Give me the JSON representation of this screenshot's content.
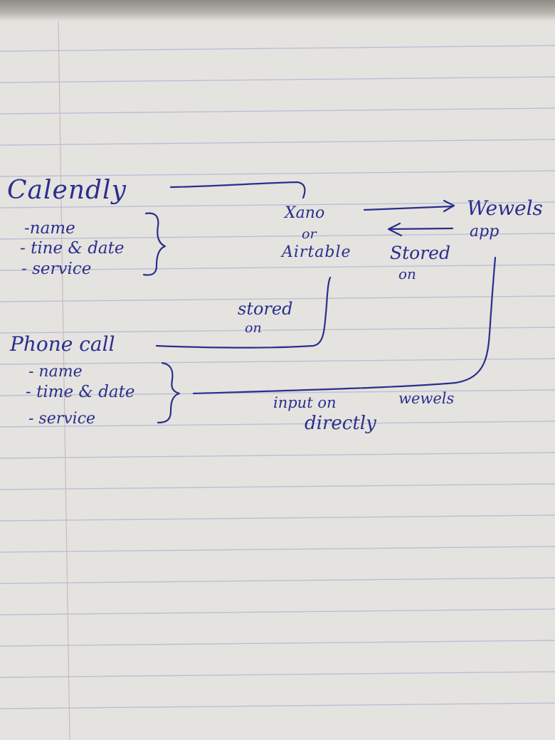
{
  "notebook": {
    "ink_color": "#2b2e8c",
    "paper_color": "#e4e3df",
    "rule_color": "#b9c0d6",
    "margin_color": "#c9b9c4"
  },
  "diagram": {
    "source_calendly": {
      "title": "Calendly",
      "fields": [
        "-name",
        "- tine & date",
        "- service"
      ]
    },
    "source_phone": {
      "title": "Phone call",
      "fields": [
        "- name",
        "- time & date",
        "- service"
      ]
    },
    "database": {
      "line1": "Xano",
      "line2": "or",
      "line3": "Airtable"
    },
    "app": {
      "line1": "Wewels",
      "line2": "app"
    },
    "edge_labels": {
      "stored_on_left_1": "stored",
      "stored_on_left_2": "on",
      "stored_on_right_1": "Stored",
      "stored_on_right_2": "on",
      "input_1": "input on",
      "input_2": "wewels",
      "input_3": "directly"
    }
  }
}
